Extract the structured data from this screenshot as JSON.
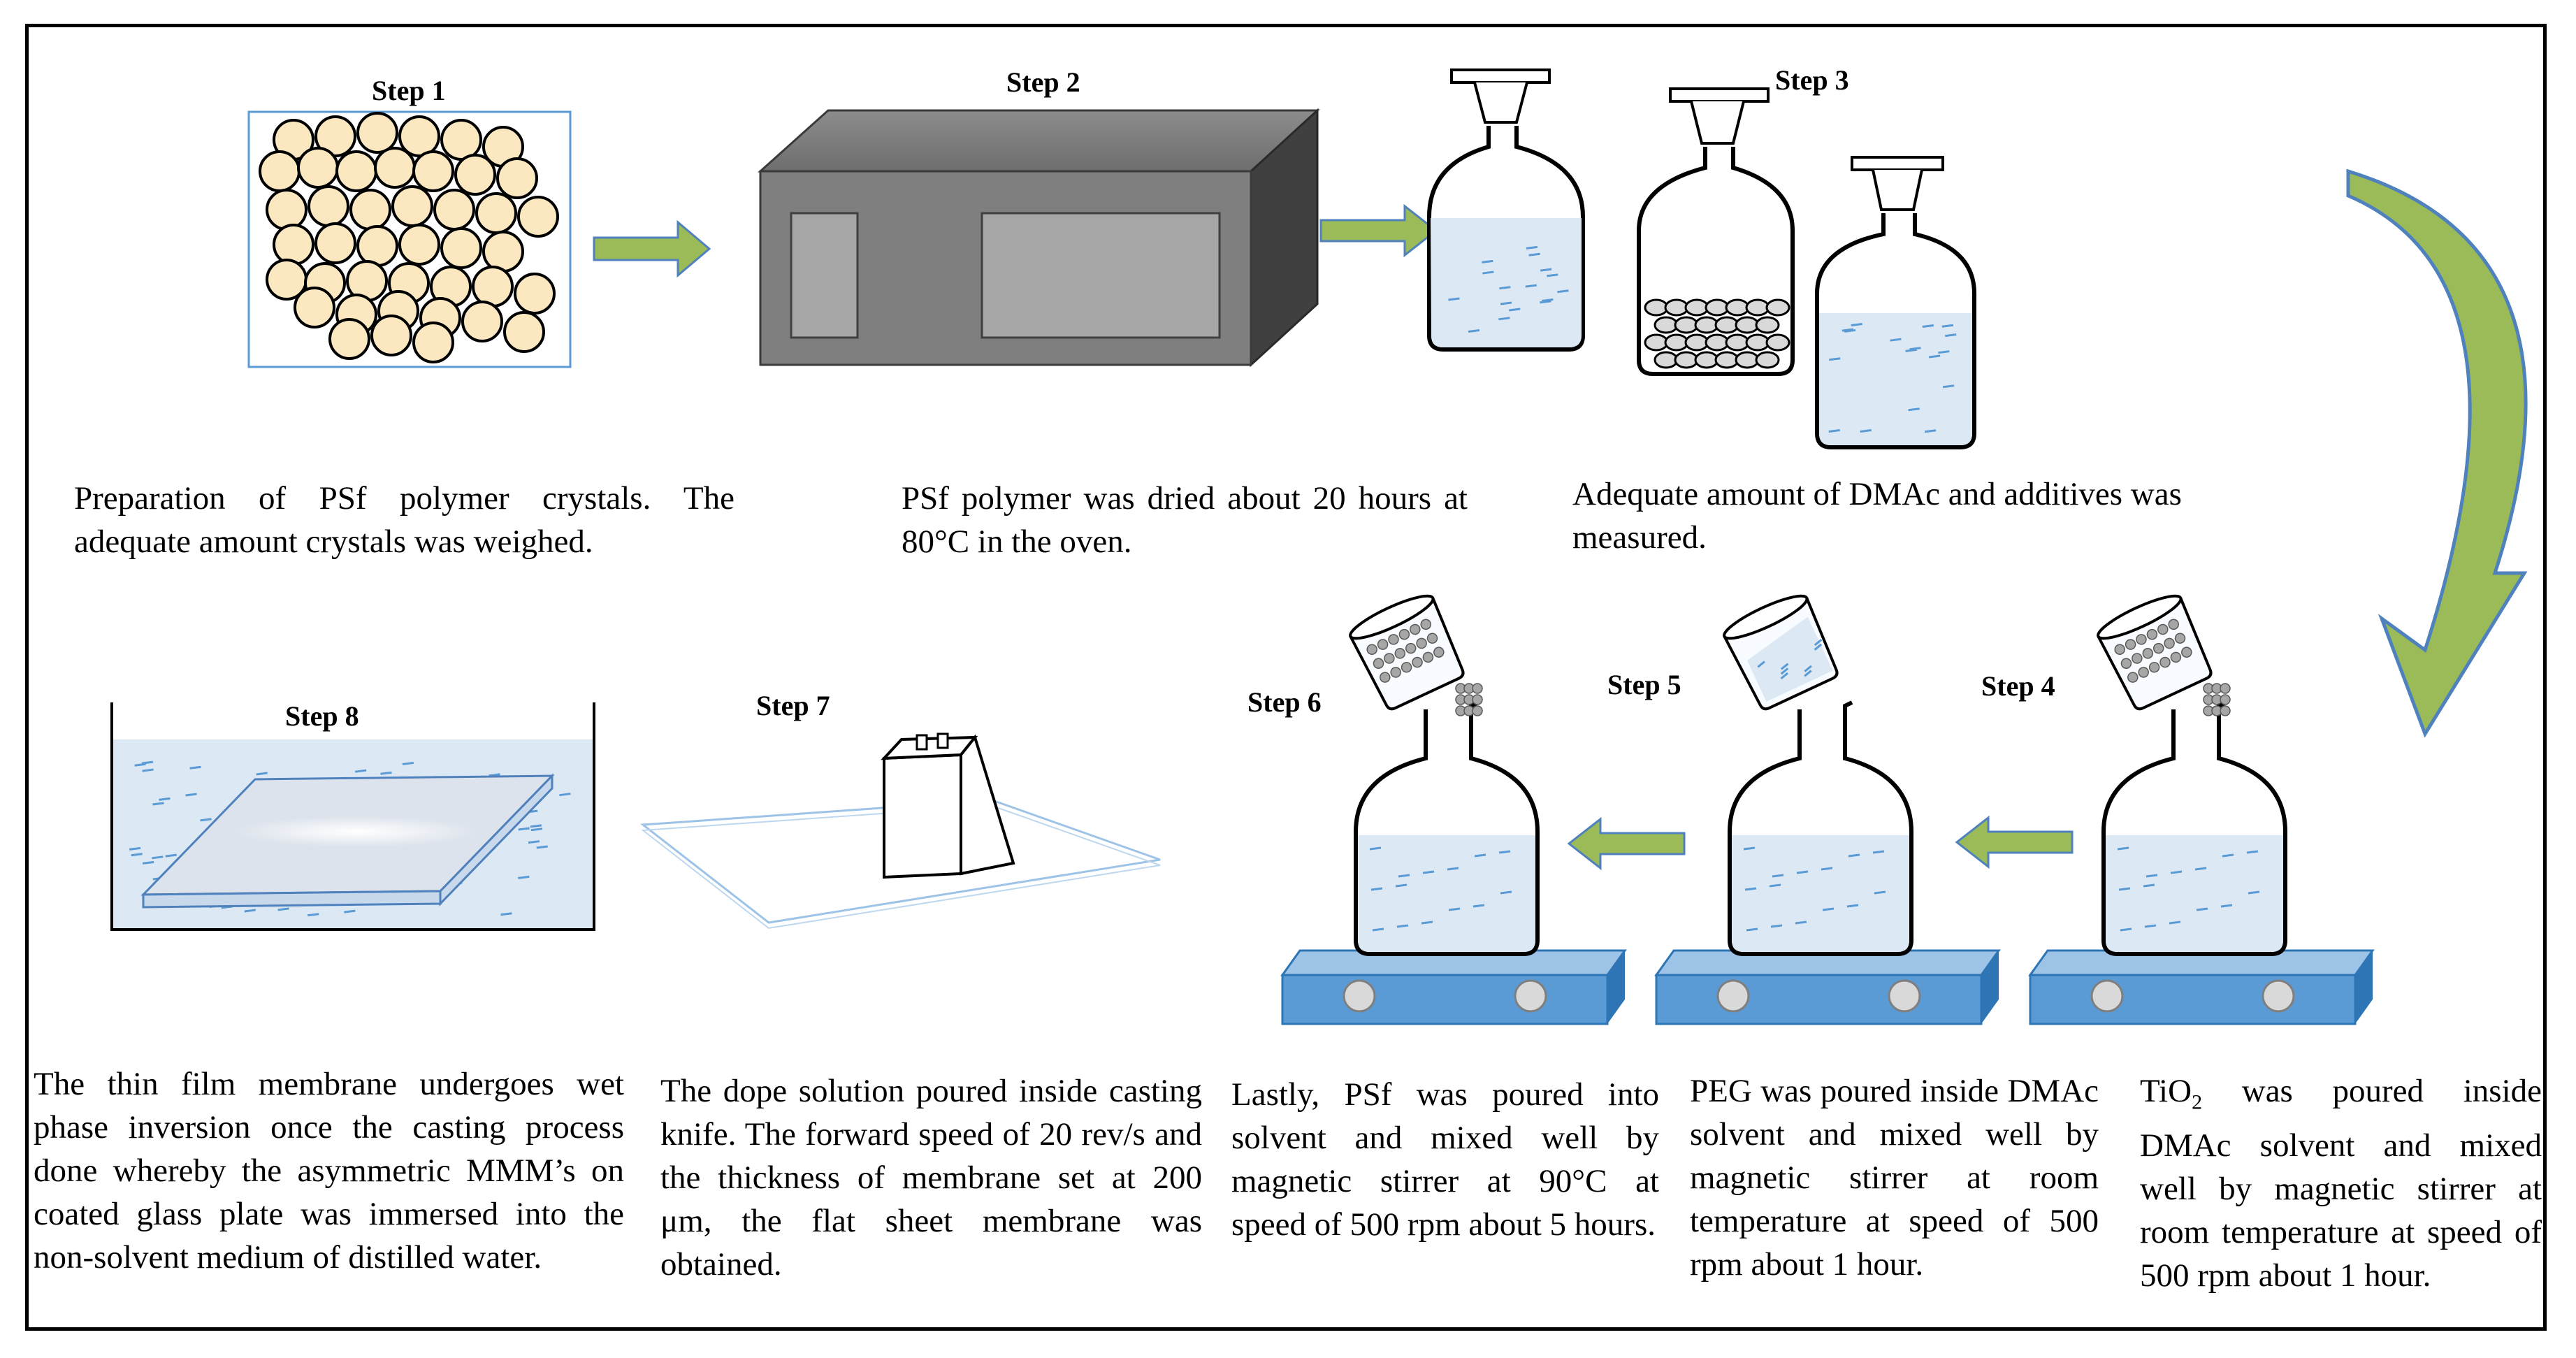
{
  "steps": [
    {
      "label": "Step 1",
      "description": "Preparation of PSf polymer crystals. The adequate amount crystals was weighed."
    },
    {
      "label": "Step 2",
      "description": "PSf polymer was dried about 20 hours at 80°C in the oven."
    },
    {
      "label": "Step 3",
      "description": "Adequate amount of DMAc and additives was measured."
    },
    {
      "label": "Step 4",
      "description_prefix": "TiO",
      "description_sub": "2",
      "description_rest": " was poured inside DMAc solvent and mixed well by magnetic stirrer at room temperature at speed of 500 rpm about 1 hour."
    },
    {
      "label": "Step 5",
      "description": "PEG was poured inside DMAc solvent and mixed well by magnetic stirrer at room temperature at speed of 500 rpm about 1 hour."
    },
    {
      "label": "Step 6",
      "description": "Lastly, PSf was poured into solvent and mixed well by magnetic stirrer at 90°C at speed of 500 rpm about 5 hours."
    },
    {
      "label": "Step 7",
      "description": "The dope solution poured inside casting knife. The forward  speed of 20 rev/s and the thickness of membrane set at 200 μm, the flat sheet membrane was obtained."
    },
    {
      "label": "Step 8",
      "description": "The thin film membrane undergoes wet phase inversion once the casting process done whereby the asymmetric MMM’s on coated glass plate was immersed into the non-solvent medium of distilled water."
    }
  ],
  "colors": {
    "arrow_green": "#9bbb59",
    "liquid_blue": "#dce9f5",
    "stirrer_blue": "#5b9bd5",
    "oven_front": "#7f7f7f",
    "crystal_fill": "#fbe8c0"
  }
}
